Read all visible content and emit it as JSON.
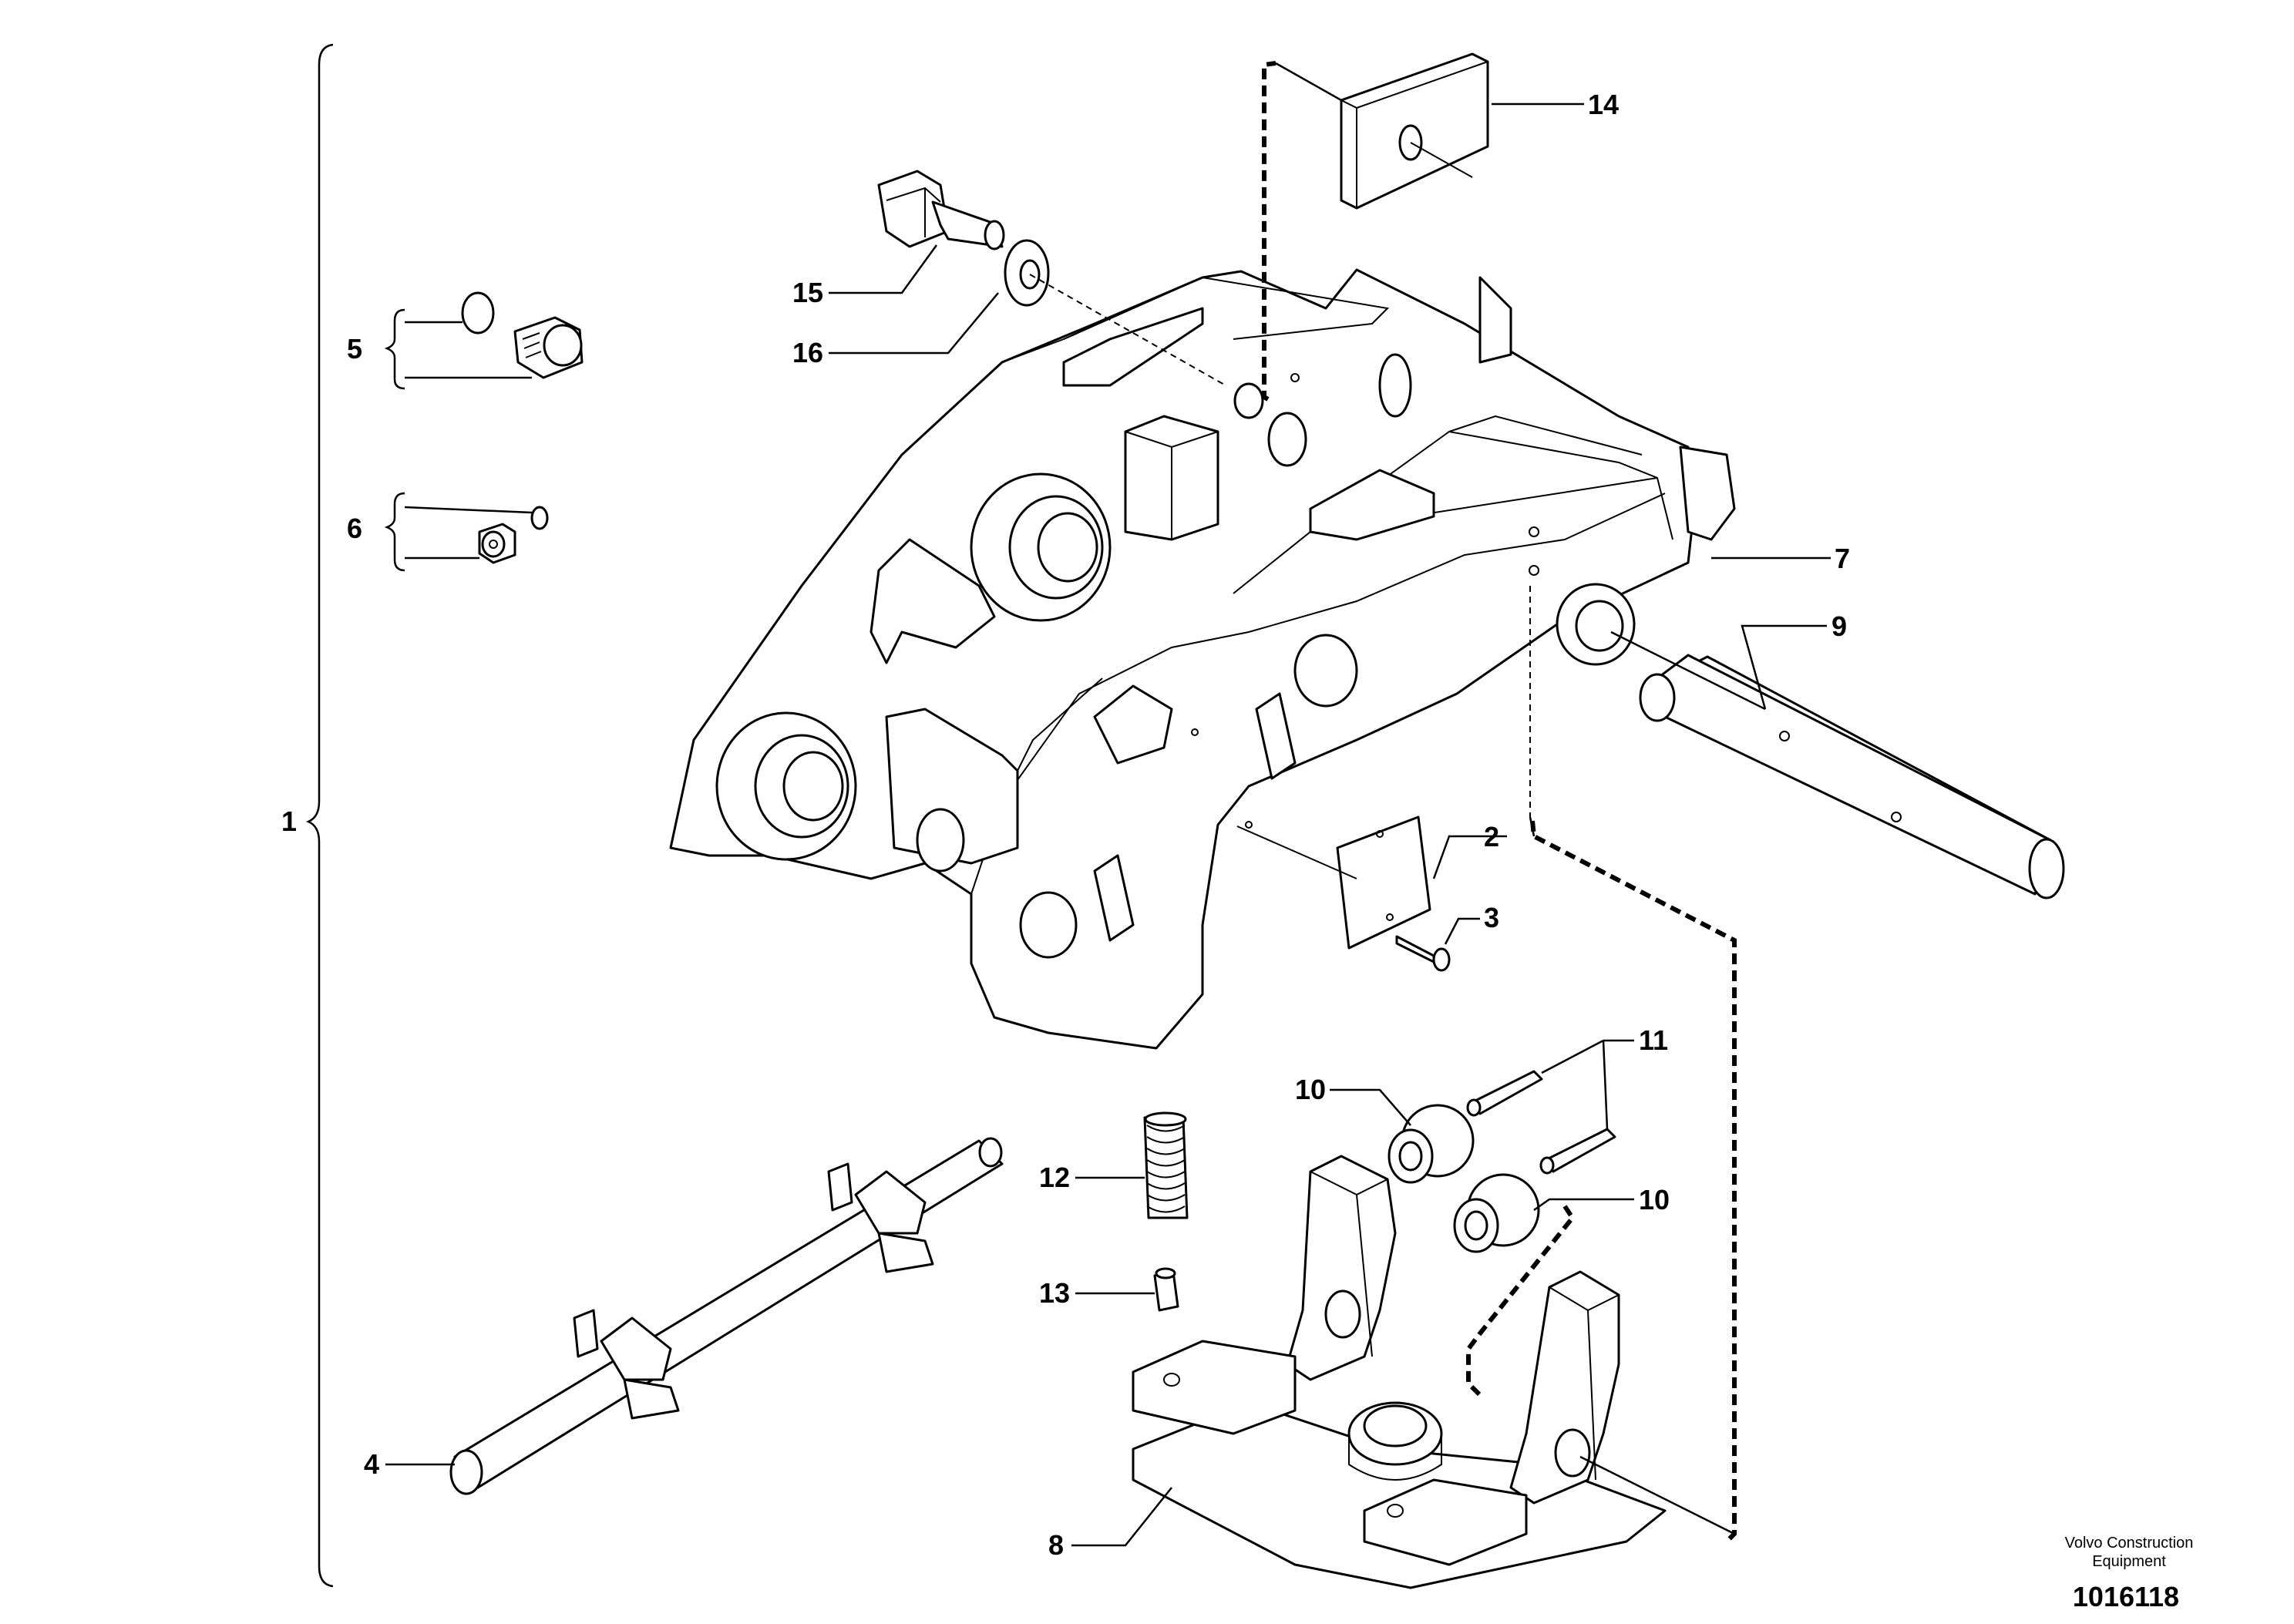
{
  "diagram": {
    "callouts": {
      "c1": "1",
      "c2": "2",
      "c3": "3",
      "c4": "4",
      "c5": "5",
      "c6": "6",
      "c7": "7",
      "c8": "8",
      "c9": "9",
      "c10a": "10",
      "c10b": "10",
      "c11": "11",
      "c12": "12",
      "c13": "13",
      "c14": "14",
      "c15": "15",
      "c16": "16"
    }
  },
  "footer": {
    "brand_line1": "Volvo Construction",
    "brand_line2": "Equipment",
    "illustration_id": "1016118"
  }
}
